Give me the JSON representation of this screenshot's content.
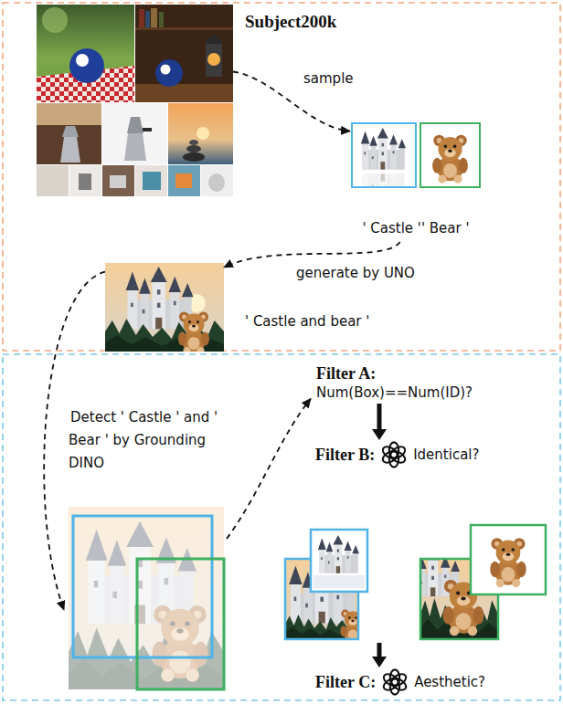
{
  "diagram": {
    "nodes": [
      {
        "text": [
          "Subject200k"
        ]
      },
      {
        "text": [
          "' Castle '' Bear '"
        ]
      },
      {
        "text": [
          "' Castle and bear '"
        ]
      },
      {
        "text": [
          "Filter A:",
          "Num(Box)==Num(ID)?"
        ]
      },
      {
        "text": [
          "Filter B:",
          "Identical?"
        ]
      },
      {
        "text": [
          "Filter C:",
          "Aesthetic?"
        ]
      }
    ],
    "edges": [
      {
        "from": 0,
        "to": 1,
        "arrow": "to",
        "label": "sample"
      },
      {
        "from": 1,
        "to": 2,
        "arrow": "to",
        "label": "generate by UNO"
      },
      {
        "from": 2,
        "to": 3,
        "arrow": "to",
        "label": "Detect ' Castle ' and ' Bear ' by Grounding DINO"
      },
      {
        "from": 3,
        "to": 4,
        "arrow": "to"
      },
      {
        "from": 4,
        "to": 5,
        "arrow": "to"
      }
    ]
  }
}
